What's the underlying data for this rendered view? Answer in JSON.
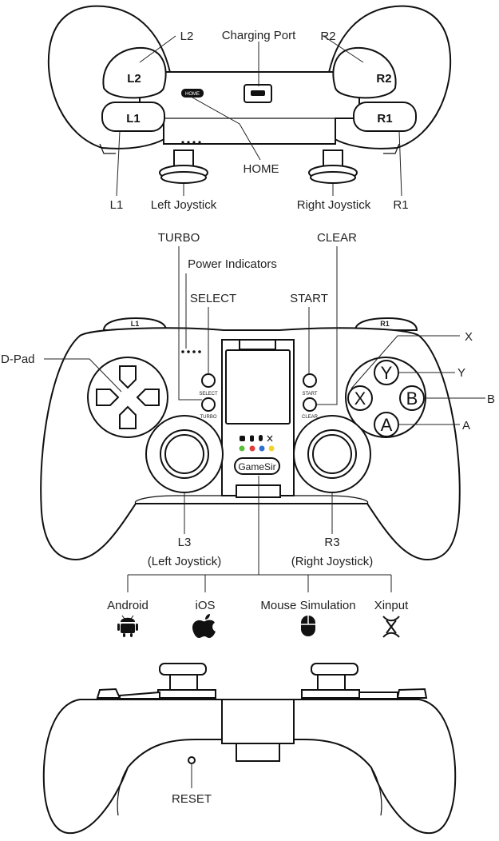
{
  "top_view": {
    "labels": {
      "l2": "L2",
      "charging_port": "Charging Port",
      "r2": "R2",
      "home": "HOME",
      "l1": "L1",
      "left_joystick": "Left Joystick",
      "right_joystick": "Right Joystick",
      "r1": "R1"
    },
    "buttons": {
      "l2": "L2",
      "l1": "L1",
      "r2": "R2",
      "r1": "R1",
      "home": "HOME"
    }
  },
  "front_view": {
    "labels": {
      "turbo": "TURBO",
      "clear": "CLEAR",
      "power_indicators": "Power Indicators",
      "select": "SELECT",
      "start": "START",
      "dpad": "D-Pad",
      "x": "X",
      "y": "Y",
      "b": "B",
      "a": "A",
      "l3": "L3",
      "l3_sub": "(Left Joystick)",
      "r3": "R3",
      "r3_sub": "(Right Joystick)"
    },
    "small_labels": {
      "select": "SELECT",
      "turbo": "TURBO",
      "start": "START",
      "clear": "CLEAR"
    },
    "face_buttons": {
      "x": "X",
      "y": "Y",
      "b": "B",
      "a": "A"
    },
    "shoulder_marks": {
      "left": "L1",
      "right": "R1"
    },
    "logo": "GameSir",
    "mode_leds": [
      "#5bbf3a",
      "#e23b3b",
      "#2f6fd6",
      "#f2d22e"
    ]
  },
  "modes": [
    {
      "label": "Android",
      "icon": "android-icon"
    },
    {
      "label": "iOS",
      "icon": "apple-icon"
    },
    {
      "label": "Mouse Simulation",
      "icon": "mouse-icon"
    },
    {
      "label": "Xinput",
      "icon": "xinput-icon"
    }
  ],
  "bottom_view": {
    "labels": {
      "reset": "RESET"
    }
  }
}
